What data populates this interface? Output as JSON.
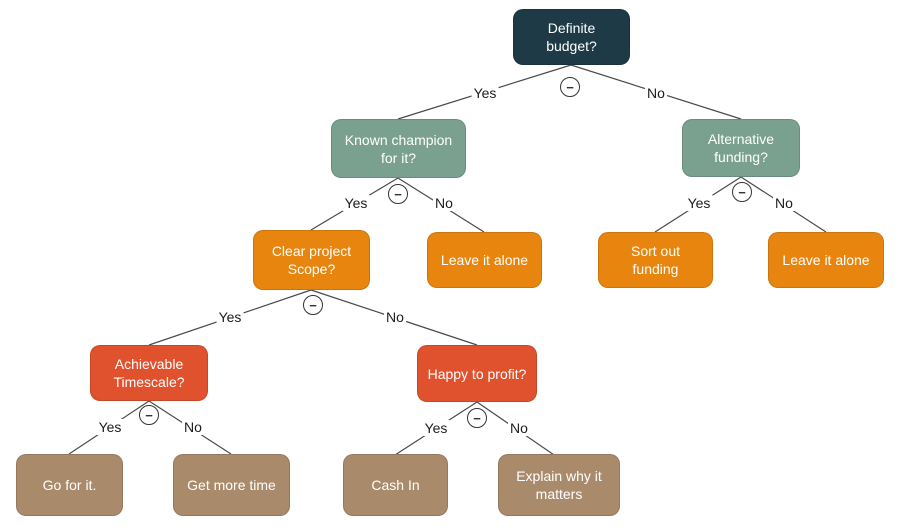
{
  "diagram_type": "decision-tree",
  "toggle_symbol": "−",
  "colors": {
    "root_dark_teal": "#1d3a46",
    "question_sage": "#7aa08f",
    "action_orange": "#e8850f",
    "question_red": "#e0512e",
    "action_tan": "#a98a6b",
    "line": "#4a4a4a",
    "edge_label_text": "#1c1c1c",
    "node_text": "#ffffff"
  },
  "nodes": [
    {
      "id": "definite-budget",
      "label": "Definite budget?",
      "color": "#1d3a46"
    },
    {
      "id": "known-champion",
      "label": "Known champion for it?",
      "color": "#7aa08f"
    },
    {
      "id": "alternative-funding",
      "label": "Alternative funding?",
      "color": "#7aa08f"
    },
    {
      "id": "clear-project-scope",
      "label": "Clear project Scope?",
      "color": "#e8850f"
    },
    {
      "id": "leave-it-alone-left",
      "label": "Leave it alone",
      "color": "#e8850f"
    },
    {
      "id": "sort-out-funding",
      "label": "Sort out funding",
      "color": "#e8850f"
    },
    {
      "id": "leave-it-alone-right",
      "label": "Leave it alone",
      "color": "#e8850f"
    },
    {
      "id": "achievable-timescale",
      "label": "Achievable Timescale?",
      "color": "#e0512e"
    },
    {
      "id": "happy-to-profit",
      "label": "Happy to profit?",
      "color": "#e0512e"
    },
    {
      "id": "go-for-it",
      "label": "Go for it.",
      "color": "#a98a6b"
    },
    {
      "id": "get-more-time",
      "label": "Get more time",
      "color": "#a98a6b"
    },
    {
      "id": "cash-in",
      "label": "Cash In",
      "color": "#a98a6b"
    },
    {
      "id": "explain-why-it-matters",
      "label": "Explain why it matters",
      "color": "#a98a6b"
    }
  ],
  "edges": [
    {
      "from": "definite-budget",
      "to": "known-champion",
      "label": "Yes"
    },
    {
      "from": "definite-budget",
      "to": "alternative-funding",
      "label": "No"
    },
    {
      "from": "known-champion",
      "to": "clear-project-scope",
      "label": "Yes"
    },
    {
      "from": "known-champion",
      "to": "leave-it-alone-left",
      "label": "No"
    },
    {
      "from": "alternative-funding",
      "to": "sort-out-funding",
      "label": "Yes"
    },
    {
      "from": "alternative-funding",
      "to": "leave-it-alone-right",
      "label": "No"
    },
    {
      "from": "clear-project-scope",
      "to": "achievable-timescale",
      "label": "Yes"
    },
    {
      "from": "clear-project-scope",
      "to": "happy-to-profit",
      "label": "No"
    },
    {
      "from": "achievable-timescale",
      "to": "go-for-it",
      "label": "Yes"
    },
    {
      "from": "achievable-timescale",
      "to": "get-more-time",
      "label": "No"
    },
    {
      "from": "happy-to-profit",
      "to": "cash-in",
      "label": "Yes"
    },
    {
      "from": "happy-to-profit",
      "to": "explain-why-it-matters",
      "label": "No"
    }
  ]
}
